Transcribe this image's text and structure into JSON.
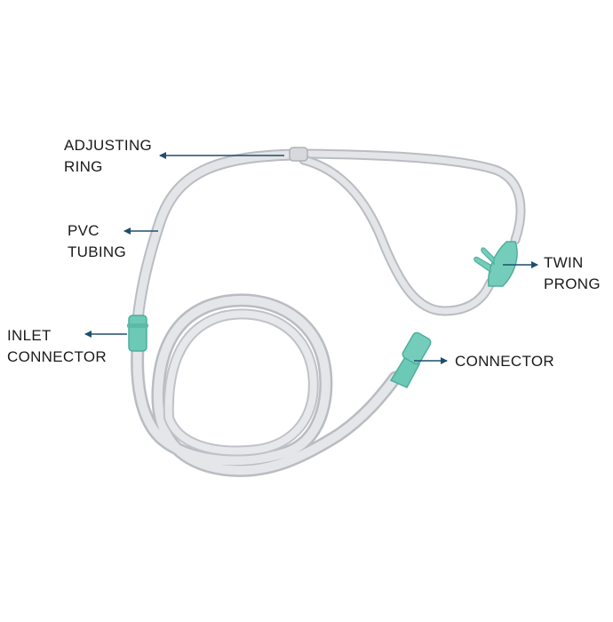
{
  "labels": {
    "adjusting_ring": {
      "line1": "ADJUSTING",
      "line2": "RING"
    },
    "pvc_tubing": {
      "line1": "PVC",
      "line2": "TUBING"
    },
    "inlet_connector": {
      "line1": "INLET",
      "line2": "CONNECTOR"
    },
    "twin_prong": {
      "line1": "TWIN",
      "line2": "PRONG"
    },
    "connector": {
      "line1": "CONNECTOR"
    }
  },
  "colors": {
    "background": "#ffffff",
    "tubing": "#dcdee2",
    "tubing_edge": "#b9bcc2",
    "connector_green": "#6cc9b6",
    "arrow": "#1f4e6b",
    "text": "#1a1a1a"
  }
}
